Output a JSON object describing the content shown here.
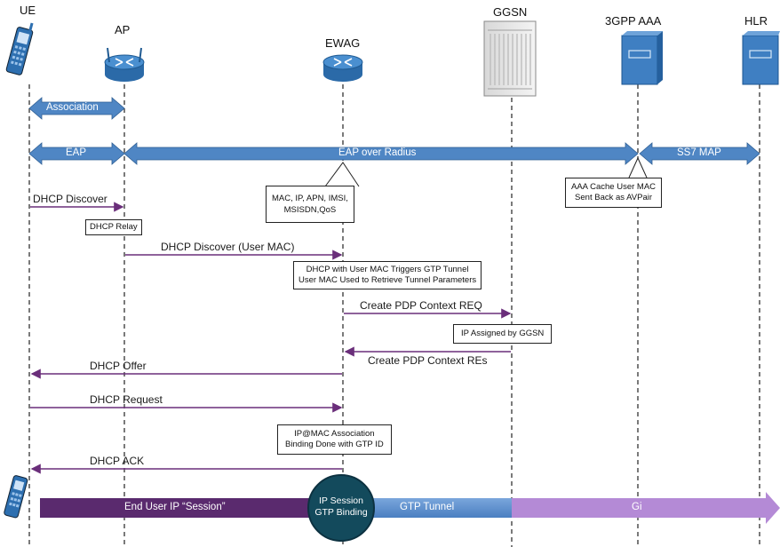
{
  "entities": {
    "ue": "UE",
    "ap": "AP",
    "ewag": "EWAG",
    "ggsn": "GGSN",
    "aaa": "3GPP AAA",
    "hlr": "HLR"
  },
  "bands": {
    "association": "Association",
    "eap": "EAP",
    "eap_radius": "EAP over Radius",
    "ss7": "SS7 MAP"
  },
  "messages": {
    "dhcp_discover": "DHCP Discover",
    "dhcp_discover_mac": "DHCP Discover (User MAC)",
    "create_pdp_req": "Create PDP Context REQ",
    "create_pdp_res": "Create PDP Context REs",
    "dhcp_offer": "DHCP Offer",
    "dhcp_request": "DHCP Request",
    "dhcp_ack": "DHCP ACK"
  },
  "notes": {
    "dhcp_relay": "DHCP Relay",
    "mac_ip_line1": "MAC, IP, APN, IMSI,",
    "mac_ip_line2": "MSISDN,QoS",
    "aaa_cache_line1": "AAA Cache User MAC",
    "aaa_cache_line2": "Sent Back as AVPair",
    "dhcp_trigger_line1": "DHCP with User MAC Triggers GTP Tunnel",
    "dhcp_trigger_line2": "User MAC Used to Retrieve Tunnel Parameters",
    "ip_assigned": "IP Assigned by GGSN",
    "ipmac_line1": "IP@MAC Association",
    "ipmac_line2": "Binding Done with GTP ID"
  },
  "session": {
    "end_user": "End User IP “Session”",
    "circle_line1": "IP Session",
    "circle_line2": "GTP Binding",
    "gtp_tunnel": "GTP Tunnel",
    "gi": "Gi"
  },
  "colors": {
    "band_blue": "#4f86c4",
    "message_purple": "#6a2e7a",
    "session_purple": "#5a2a6e",
    "tunnel_blue": "#5b8fcf",
    "gi_purple": "#b48ad6",
    "circle": "#134a5c"
  }
}
